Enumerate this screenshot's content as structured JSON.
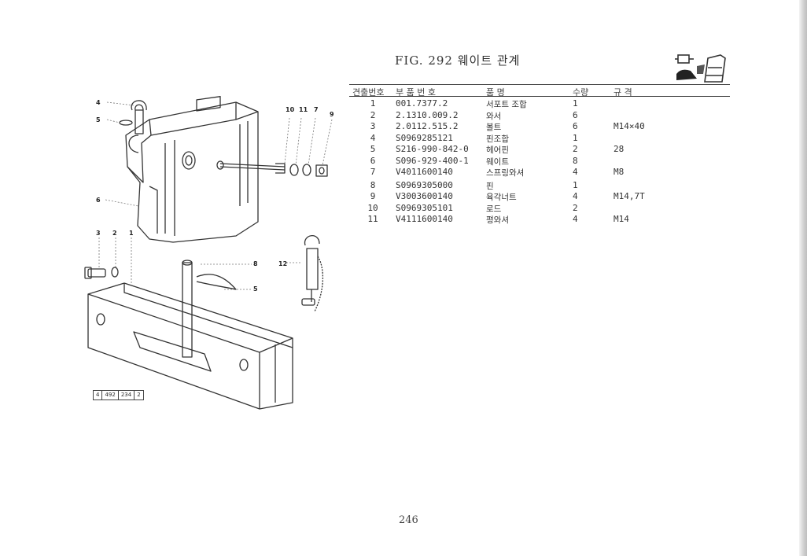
{
  "figure_title": "FIG. 292 웨이트 관계",
  "table": {
    "headers": [
      "견출번호",
      "부 품 번 호",
      "품 명",
      "수량",
      "규 격"
    ],
    "rows": [
      {
        "no": "1",
        "part": "001.7377.2",
        "name": "서포트 조합",
        "qty": "1",
        "spec": ""
      },
      {
        "no": "2",
        "part": "2.1310.009.2",
        "name": "와서",
        "qty": "6",
        "spec": ""
      },
      {
        "no": "3",
        "part": "2.0112.515.2",
        "name": "볼트",
        "qty": "6",
        "spec": "M14×40"
      },
      {
        "no": "4",
        "part": "S0969285121",
        "name": "핀조합",
        "qty": "1",
        "spec": ""
      },
      {
        "no": "5",
        "part": "S216-990-842-0",
        "name": "헤어핀",
        "qty": "2",
        "spec": "28"
      },
      {
        "no": "6",
        "part": "S096-929-400-1",
        "name": "웨이트",
        "qty": "8",
        "spec": ""
      },
      {
        "no": "7",
        "part": "V4011600140",
        "name": "스프링와셔",
        "qty": "4",
        "spec": "M8"
      },
      {
        "no": "8",
        "part": "S0969305000",
        "name": "핀",
        "qty": "1",
        "spec": ""
      },
      {
        "no": "9",
        "part": "V3003600140",
        "name": "육각너트",
        "qty": "4",
        "spec": "M14,7T"
      },
      {
        "no": "10",
        "part": "S0969305101",
        "name": "로드",
        "qty": "2",
        "spec": ""
      },
      {
        "no": "11",
        "part": "V4111600140",
        "name": "평와셔",
        "qty": "4",
        "spec": "M14"
      }
    ]
  },
  "diagram": {
    "callouts": {
      "c4": "4",
      "c5a": "5",
      "c6": "6",
      "c3": "3",
      "c2": "2",
      "c1": "1",
      "c10": "10",
      "c11": "11",
      "c7": "7",
      "c9": "9",
      "c8": "8",
      "c5b": "5",
      "c12": "12"
    },
    "reference": [
      "4",
      "492",
      "234",
      "2"
    ]
  },
  "page_number": "246"
}
